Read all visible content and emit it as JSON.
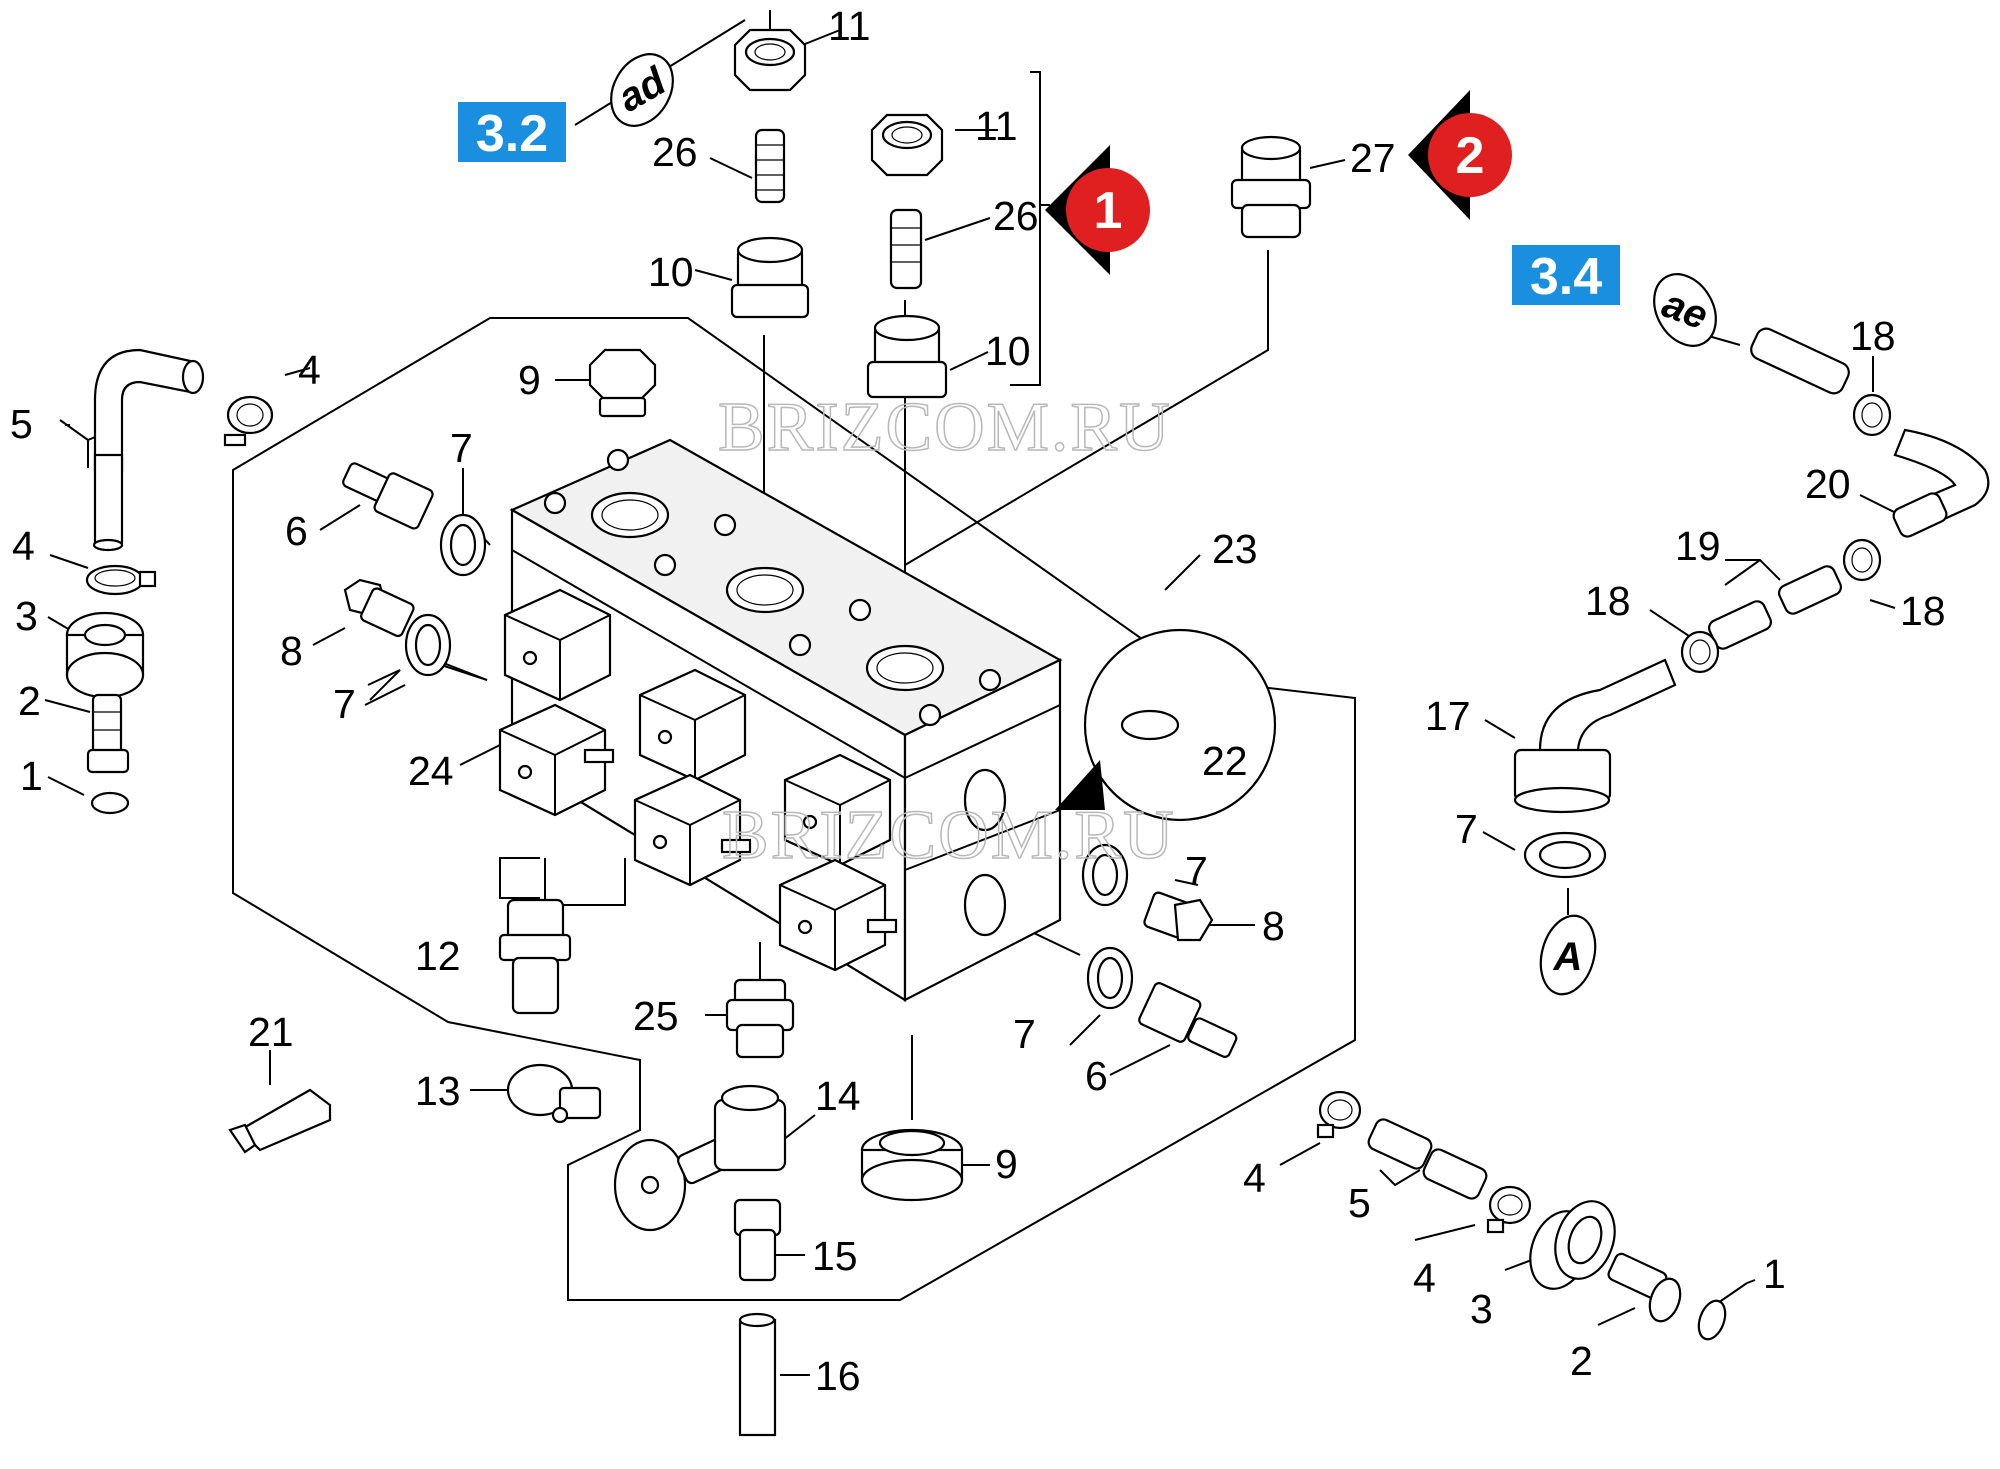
{
  "watermarks": [
    "BRIZCOM.RU",
    "BRIZCOM.RU"
  ],
  "badges": [
    {
      "label": "3.2",
      "color": "#1a8fe0"
    },
    {
      "label": "3.4",
      "color": "#1a8fe0"
    }
  ],
  "callouts": [
    {
      "label": "1",
      "color": "#e02020"
    },
    {
      "label": "2",
      "color": "#e02020"
    }
  ],
  "references": [
    "ad",
    "ae",
    "A"
  ],
  "part_numbers": {
    "p11a": "11",
    "p11b": "11",
    "p26a": "26",
    "p26b": "26",
    "p10a": "10",
    "p10b": "10",
    "p27": "27",
    "p18a": "18",
    "p20": "20",
    "p19": "19",
    "p18b": "18",
    "p18c": "18",
    "p17": "17",
    "p7r": "7",
    "p4a": "4",
    "p5a": "5",
    "p4b": "4",
    "p3a": "3",
    "p2a": "2",
    "p1a": "1",
    "p9a": "9",
    "p7a": "7",
    "p6a": "6",
    "p8a": "8",
    "p7b": "7",
    "p23": "23",
    "p24": "24",
    "p22": "22",
    "p7c": "7",
    "p8b": "8",
    "p7d": "7",
    "p6b": "6",
    "p12": "12",
    "p25": "25",
    "p21": "21",
    "p13": "13",
    "p14": "14",
    "p9b": "9",
    "p15": "15",
    "p16": "16",
    "p4c": "4",
    "p5b": "5",
    "p4d": "4",
    "p3b": "3",
    "p2b": "2",
    "p1b": "1"
  },
  "colors": {
    "badge": "#1a8fe0",
    "callout": "#e02020",
    "ink": "#000000"
  }
}
